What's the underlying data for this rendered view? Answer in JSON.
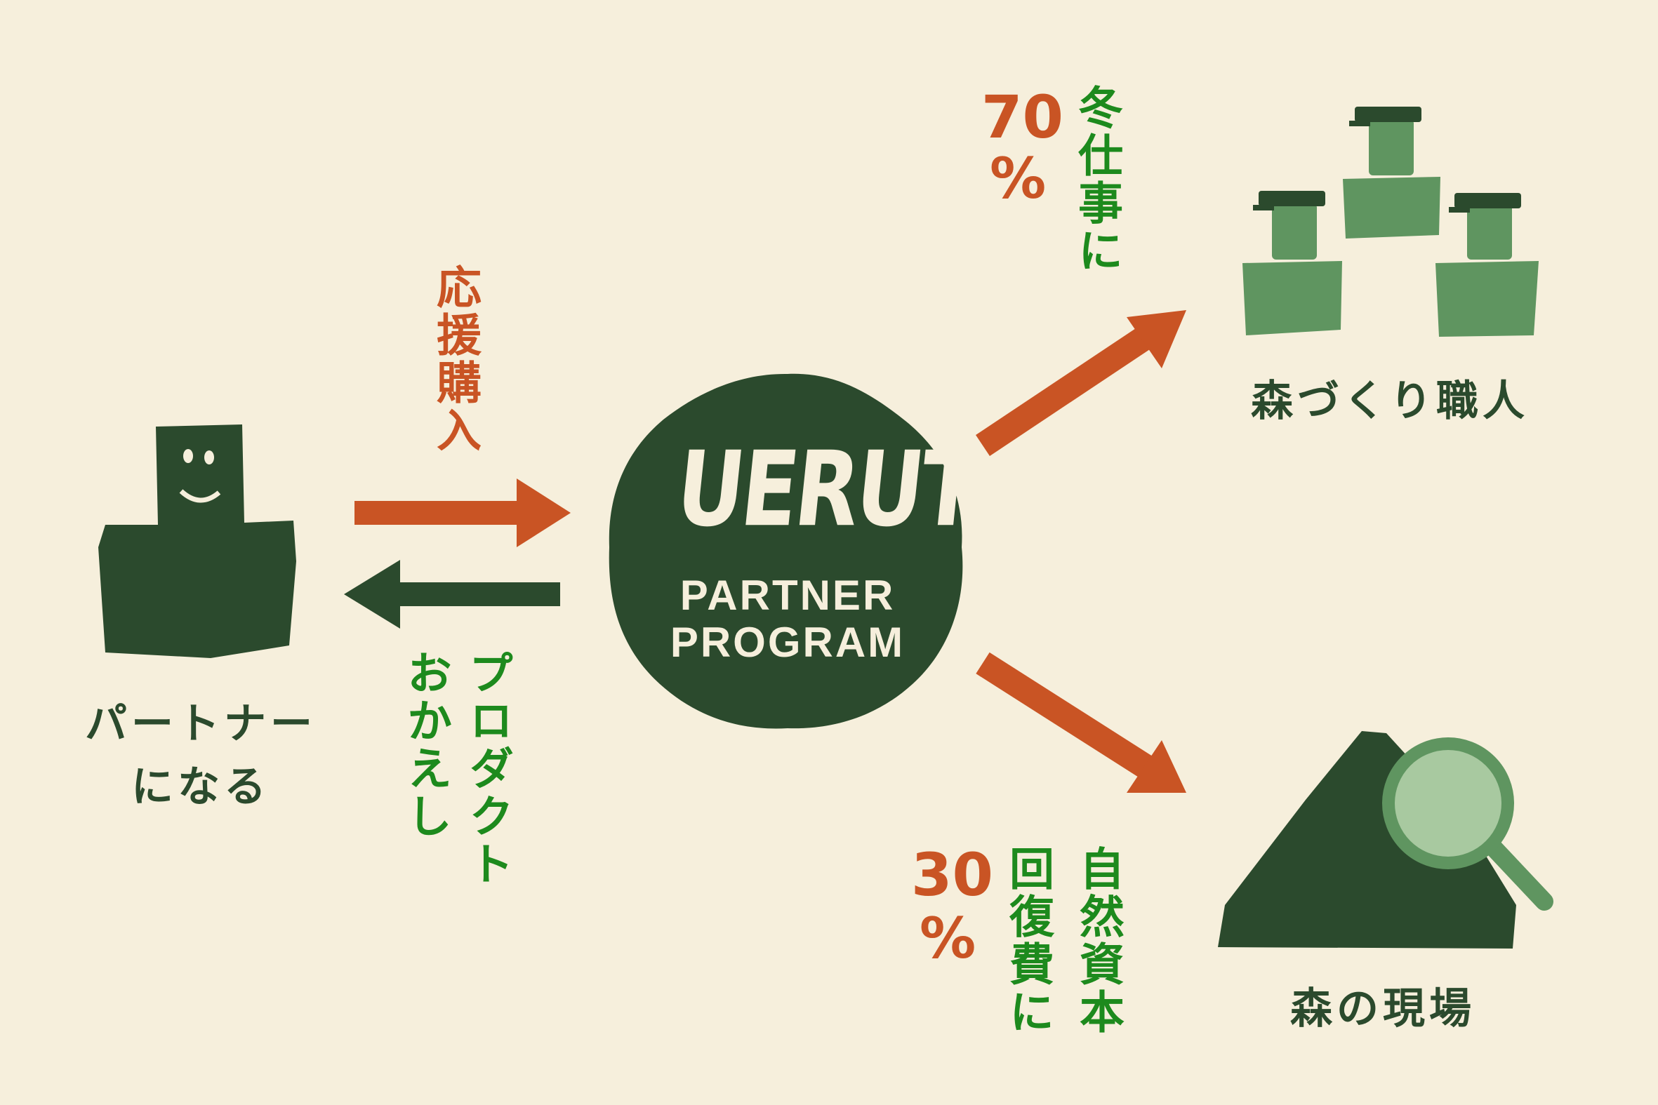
{
  "colors": {
    "background": "#f6efdc",
    "dark_green": "#2b4a2d",
    "orange": "#c95424",
    "text_green": "#1d8a1d",
    "figure_green": "#5f9560"
  },
  "partner": {
    "line1": "パートナー",
    "line2": "になる"
  },
  "flow_in": {
    "label": "応援購入"
  },
  "flow_out": {
    "label_col1": "プロダクト",
    "label_col2": "おかえし"
  },
  "logo": {
    "brand": "UERUT",
    "line1": "PARTNER",
    "line2": "PROGRAM"
  },
  "upper_branch": {
    "percent": "70",
    "percent_sign": "%",
    "label": "冬仕事に",
    "target": "森づくり職人"
  },
  "lower_branch": {
    "percent": "30",
    "percent_sign": "%",
    "label_col1": "自然資本",
    "label_col2": "回復費に",
    "target": "森の現場"
  }
}
